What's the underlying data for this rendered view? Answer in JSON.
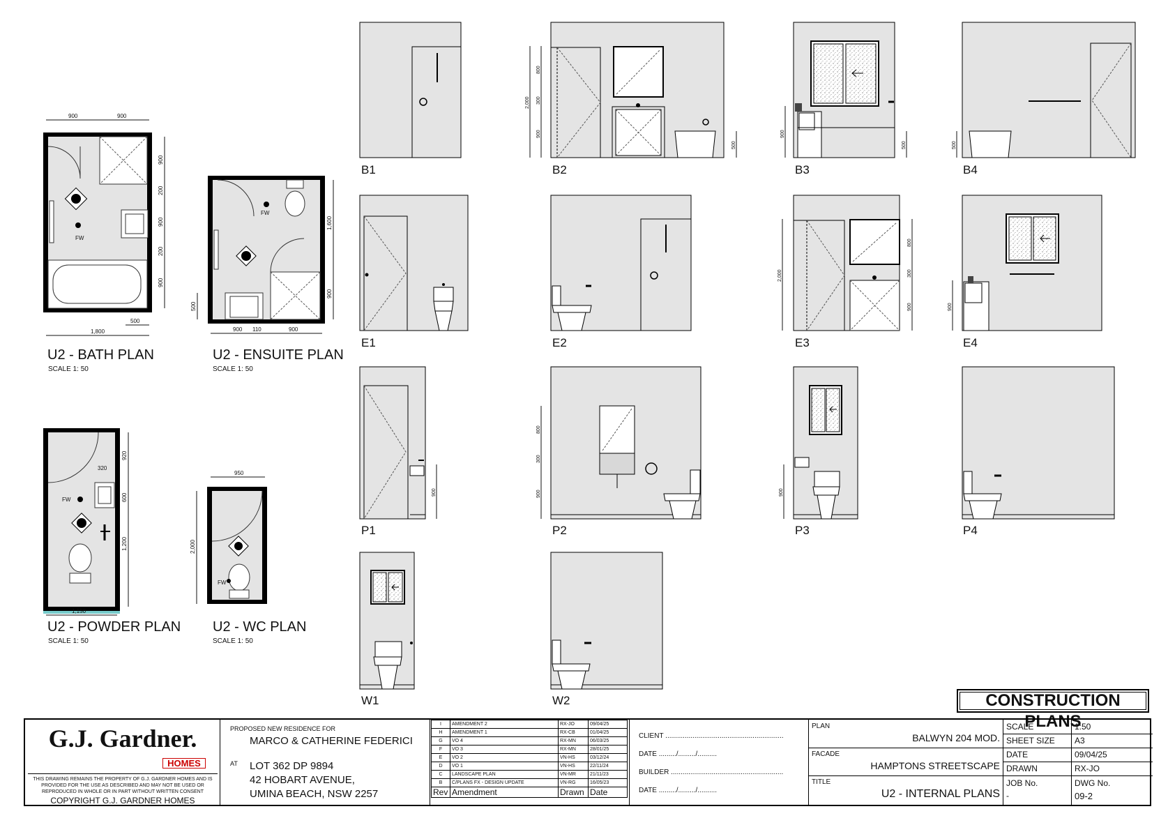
{
  "plans": [
    {
      "title": "U2 - BATH PLAN",
      "scale": "SCALE 1: 50"
    },
    {
      "title": "U2 - ENSUITE PLAN",
      "scale": "SCALE 1: 50"
    },
    {
      "title": "U2 - POWDER PLAN",
      "scale": "SCALE 1: 50"
    },
    {
      "title": "U2 - WC PLAN",
      "scale": "SCALE 1: 50"
    }
  ],
  "dims": {
    "bath": [
      "900",
      "900",
      "1,800",
      "500",
      "900",
      "200",
      "900",
      "200",
      "900"
    ],
    "ensuite": [
      "900",
      "110",
      "900",
      "1,600",
      "900",
      "500"
    ],
    "powder": [
      "320",
      "920",
      "600",
      "1,200",
      "1,150"
    ],
    "wc": [
      "950",
      "2,000"
    ],
    "b2": [
      "800",
      "300",
      "900",
      "2,000",
      "500"
    ],
    "b3": [
      "900",
      "500"
    ],
    "b4": [
      "500"
    ],
    "e3": [
      "800",
      "300",
      "900",
      "2,000"
    ],
    "e4": [
      "900"
    ],
    "p1": [
      "900"
    ],
    "p2": [
      "800",
      "300",
      "900"
    ],
    "p3": [
      "900"
    ]
  },
  "fixture_labels": {
    "fw": "FW"
  },
  "elevations": [
    "B1",
    "B2",
    "B3",
    "B4",
    "E1",
    "E2",
    "E3",
    "E4",
    "P1",
    "P2",
    "P3",
    "P4",
    "W1",
    "W2"
  ],
  "stamp": "CONSTRUCTION PLANS",
  "titleblock": {
    "logo": "G.J. Gardner.",
    "homes": "HOMES",
    "disclaimer": "THIS DRAWING REMAINS THE PROPERTY OF G.J. GARDNER HOMES AND IS PROVIDED FOR THE USE AS DESCRIBED AND MAY NOT BE USED OR REPRODUCED IN WHOLE OR IN PART WITHOUT WRITTEN CONSENT",
    "copyright": "COPYRIGHT G.J. GARDNER HOMES",
    "proposed": "PROPOSED NEW RESIDENCE FOR",
    "client_name": "MARCO & CATHERINE FEDERICI",
    "at": "AT",
    "address1": "LOT 362 DP 9894",
    "address2": "42 HOBART AVENUE,",
    "address3": "UMINA BEACH, NSW 2257",
    "revisions": [
      {
        "rev": "I",
        "amendment": "AMENDMENT 2",
        "drawn": "RX-JO",
        "date": "09/04/25"
      },
      {
        "rev": "H",
        "amendment": "AMENDMENT 1",
        "drawn": "RX-CB",
        "date": "01/04/25"
      },
      {
        "rev": "G",
        "amendment": "VO 4",
        "drawn": "RX-MN",
        "date": "06/03/25"
      },
      {
        "rev": "F",
        "amendment": "VO 3",
        "drawn": "RX-MN",
        "date": "28/01/25"
      },
      {
        "rev": "E",
        "amendment": "VO 2",
        "drawn": "VN-HS",
        "date": "03/12/24"
      },
      {
        "rev": "D",
        "amendment": "VO 1",
        "drawn": "VN-HS",
        "date": "22/11/24"
      },
      {
        "rev": "C",
        "amendment": "LANDSCAPE PLAN",
        "drawn": "VN-MR",
        "date": "21/11/23"
      },
      {
        "rev": "B",
        "amendment": "C/PLANS FX - DESIGN UPDATE",
        "drawn": "VN-RG",
        "date": "16/05/23"
      }
    ],
    "rev_header": {
      "rev": "Rev",
      "amendment": "Amendment",
      "drawn": "Drawn",
      "date": "Date"
    },
    "client_line": "CLIENT .............................................................",
    "date_line1": "DATE ........./........./..........",
    "builder_line": "BUILDER ..........................................................",
    "date_line2": "DATE ........./........./..........",
    "plan_label": "PLAN",
    "plan_value": "BALWYN 204 MOD.",
    "facade_label": "FACADE",
    "facade_value": "HAMPTONS STREETSCAPE",
    "title_label": "TITLE",
    "title_value": "U2 - INTERNAL PLANS",
    "scale_label": "SCALE",
    "scale_value": "1:50",
    "sheet_label": "SHEET SIZE",
    "sheet_value": "A3",
    "date_label": "DATE",
    "date_value": "09/04/25",
    "drawn_label": "DRAWN",
    "drawn_value": "RX-JO",
    "job_label": "JOB No.",
    "job_value": "-",
    "dwg_label": "DWG No.",
    "dwg_value": "09-2"
  }
}
